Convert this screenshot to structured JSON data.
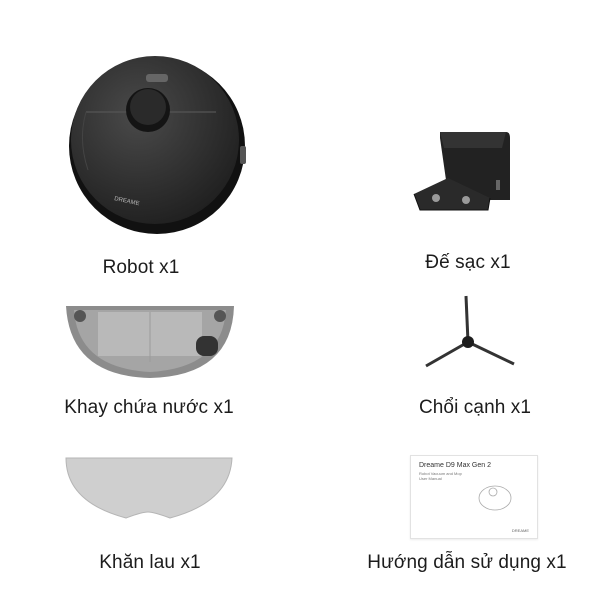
{
  "items": [
    {
      "id": "robot",
      "label": "Robot x1"
    },
    {
      "id": "dock",
      "label": "Đế sạc x1"
    },
    {
      "id": "water-tank",
      "label": "Khay chứa nước x1"
    },
    {
      "id": "side-brush",
      "label": "Chổi cạnh x1"
    },
    {
      "id": "mop-cloth",
      "label": "Khăn lau x1"
    },
    {
      "id": "manual",
      "label": "Hướng dẫn sử dụng x1"
    }
  ],
  "robot_brand": "DREAME",
  "manual": {
    "title": "Dreame D9 Max Gen 2",
    "subtitle": "Robot Vacuum and Mop",
    "doc_type": "User Manual",
    "footer_brand": "DREAME"
  },
  "colors": {
    "product": "#2b2b2b",
    "mop": "#cfcfcf",
    "tank": "#8f8f8f",
    "text": "#1c1c1c"
  }
}
